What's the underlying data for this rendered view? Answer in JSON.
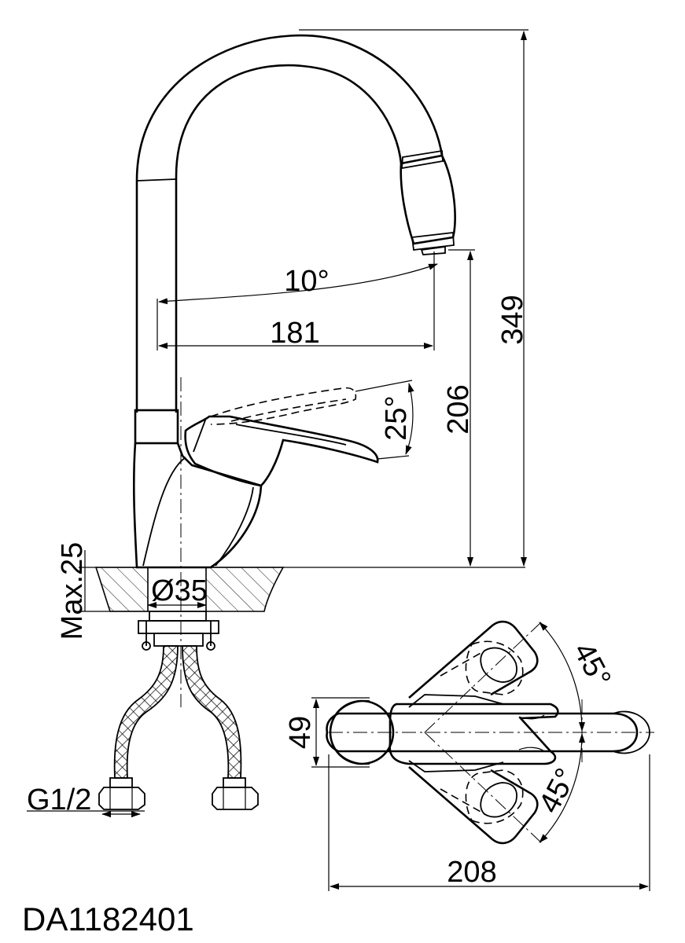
{
  "dimensions": {
    "total_height": "349",
    "spout_height": "206",
    "spout_reach": "181",
    "swivel_angle": "10°",
    "lever_angle": "25°",
    "max_thickness": "Max.25",
    "hole_diameter": "Ø35",
    "connection": "G1/2",
    "top_view_width": "208",
    "top_view_depth": "49",
    "rotation_angle_top": "45°",
    "rotation_angle_bottom": "45°"
  },
  "model_code": "DA1182401"
}
